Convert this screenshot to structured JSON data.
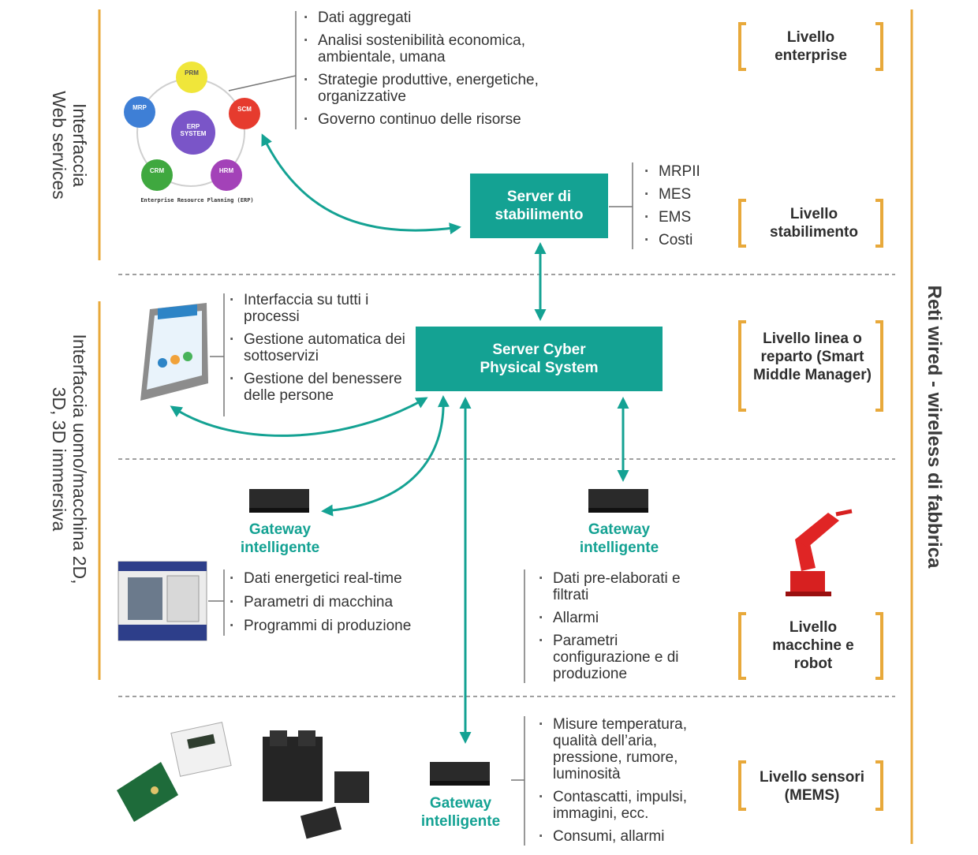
{
  "left_labels": {
    "web": [
      "Interfaccia",
      "Web services"
    ],
    "hmi": [
      "Interfaccia uomo/macchina 2D,",
      "3D, 3D immersiva"
    ]
  },
  "right_label": "Reti wired - wireless di fabbrica",
  "erp_diagram": {
    "center": "ERP SYSTEM",
    "nodes": [
      "PRM",
      "SCM",
      "HRM",
      "CRM",
      "MRP"
    ],
    "caption": "Enterprise Resource Planning (ERP)"
  },
  "enterprise": {
    "bullets": [
      "Dati aggregati",
      "Analisi sostenibilità economica, ambientale, umana",
      "Strategie produttive, energetiche, organizzative",
      "Governo continuo delle risorse"
    ],
    "level": "Livello enterprise"
  },
  "plant": {
    "server": "Server di stabilimento",
    "bullets": [
      "MRPII",
      "MES",
      "EMS",
      "Costi"
    ],
    "level": "Livello stabilimento"
  },
  "line": {
    "server": "Server Cyber Physical System",
    "bullets": [
      "Interfaccia su tutti i processi",
      "Gestione automatica dei sottoservizi",
      "Gestione del benessere delle persone"
    ],
    "level": "Livello linea o reparto (Smart Middle Manager)"
  },
  "machines": {
    "gateway_label": "Gateway intelligente",
    "left_bullets": [
      "Dati energetici real-time",
      "Parametri di macchina",
      "Programmi di produzione"
    ],
    "right_bullets": [
      "Dati pre-elaborati e filtrati",
      "Allarmi",
      "Parametri configurazione e di produzione"
    ],
    "level": "Livello macchine e robot"
  },
  "sensors": {
    "gateway_label": "Gateway intelligente",
    "bullets": [
      "Misure temperatura, qualità dell’aria, pressione, rumore, luminosità",
      "Contascatti, impulsi, immagini, ecc.",
      "Consumi, allarmi"
    ],
    "level": "Livello sensori (MEMS)"
  },
  "colors": {
    "teal": "#14a293",
    "orange": "#e8a93b",
    "dash": "#666666"
  }
}
